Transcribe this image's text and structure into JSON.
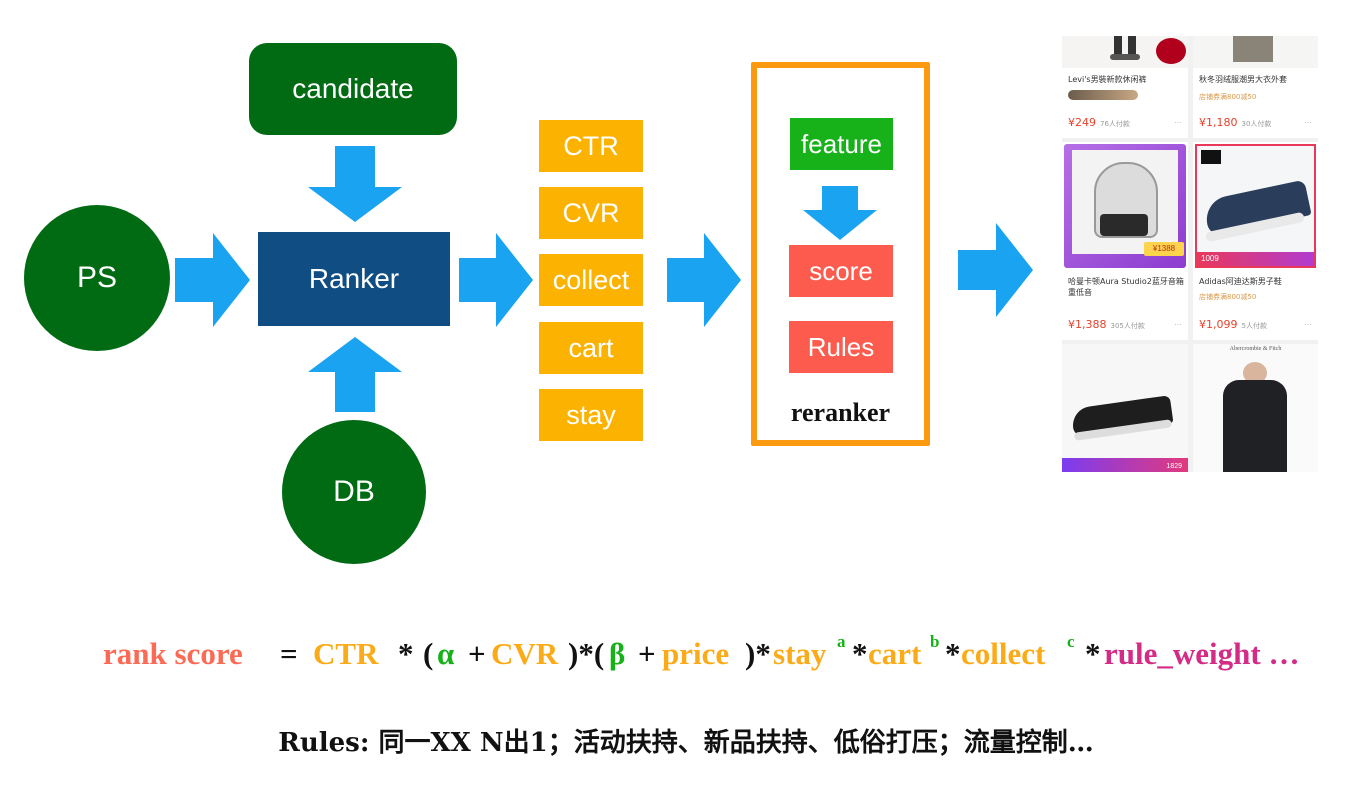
{
  "diagram": {
    "nodes": {
      "candidate": "candidate",
      "ps": "PS",
      "db": "DB",
      "ranker": "Ranker"
    },
    "metrics": [
      "CTR",
      "CVR",
      "collect",
      "cart",
      "stay"
    ],
    "reranker": {
      "feature": "feature",
      "score": "score",
      "rules": "Rules",
      "label": "reranker"
    },
    "colors": {
      "dark_green": "#006b12",
      "ranker_blue": "#0f4d82",
      "arrow_blue": "#1aa3f0",
      "metric_orange": "#fbb200",
      "reranker_border": "#fb9a10",
      "feature_green": "#17b21a",
      "score_red": "#fc5b4e"
    }
  },
  "products": [
    {
      "title": "Levi's男裝新款休闲裤",
      "tag": "",
      "price": "¥249",
      "sold": "76人付款"
    },
    {
      "title": "秋冬羽绒服潮男大衣外套",
      "tag": "店铺券满800减50",
      "price": "¥1,180",
      "sold": "30人付款"
    },
    {
      "title": "哈曼卡顿Aura Studio2蓝牙音箱重低音",
      "tag": "",
      "price": "¥1,388",
      "sold": "305人付款",
      "badge_price": "¥1388"
    },
    {
      "title": "Adidas阿迪达斯男子鞋",
      "tag": "店铺券满800减50",
      "price": "¥1,099",
      "sold": "5人付款",
      "badge_price": "1009"
    },
    {
      "title": "",
      "tag": "",
      "price": "",
      "sold": "",
      "badge_price": "1829"
    },
    {
      "title": "",
      "tag": "",
      "price": "",
      "sold": "",
      "brand": "Abercrombie & Fitch"
    }
  ],
  "formula": {
    "rank_score": "rank score",
    "eq": "=",
    "ctr": "CTR",
    "star1": "*",
    "open_alpha": "(",
    "alpha": "α",
    "plus1": "+",
    "cvr": "CVR",
    "close1": ")*(",
    "beta": "β",
    "plus2": "+",
    "price": "price",
    "close2": ")*",
    "stay": "stay",
    "sup_a": "a",
    "star2": "*",
    "cart": "cart",
    "sup_b": "b",
    "star3": "*",
    "collect": "collect",
    "sup_c": "c",
    "star4": "*",
    "rule_weight": "rule_weight …"
  },
  "rules_text": "Rules: 同一XX N出1；活动扶持、新品扶持、低俗打压；流量控制…"
}
